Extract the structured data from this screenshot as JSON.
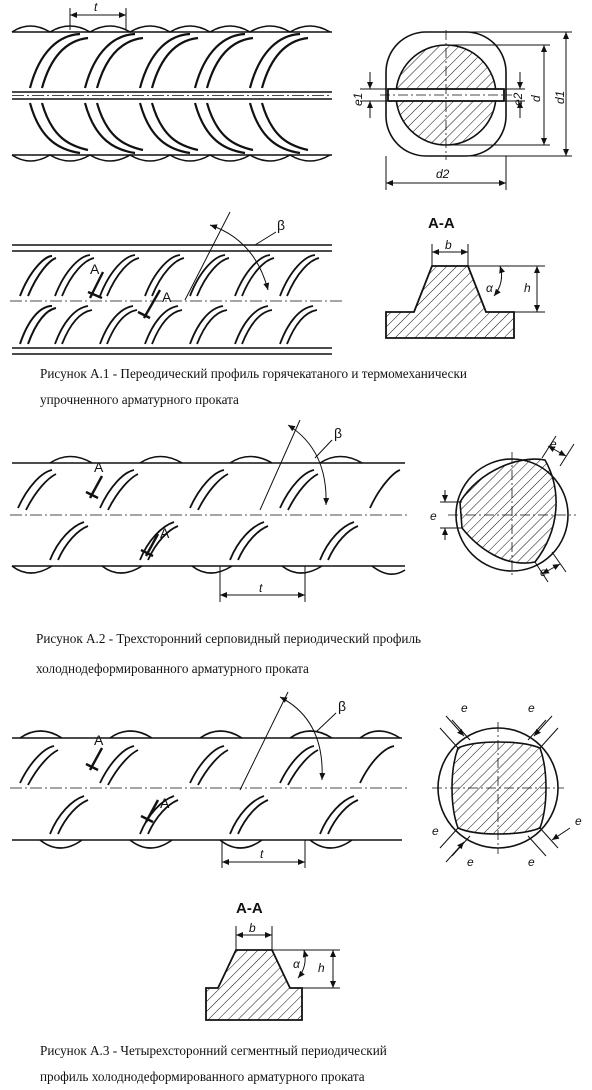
{
  "figure1": {
    "caption_line1": "Рисунок А.1 - Переодический профиль горячекатаного и термомеханически",
    "caption_line2": "упрочненного арматурного проката",
    "dim_t": "t",
    "dim_e1": "e1",
    "dim_e2": "e2",
    "dim_d": "d",
    "dim_d1": "d1",
    "dim_d2": "d2",
    "angle_beta": "β",
    "section_marker": "А",
    "section_title": "А-А",
    "dim_b": "b",
    "dim_h": "h",
    "angle_alpha": "α"
  },
  "figure2": {
    "caption_line1": "Рисунок А.2 - Трехсторонний серповидный периодический профиль",
    "caption_line2": "холоднодеформированного арматурного проката",
    "angle_beta": "β",
    "section_marker": "А",
    "dim_t": "t",
    "dim_e": "e"
  },
  "figure3": {
    "caption_line1": "Рисунок А.3 - Четырехсторонний сегментный периодический",
    "caption_line2": "профиль холоднодеформированного арматурного проката",
    "angle_beta": "β",
    "section_marker": "А",
    "dim_t": "t",
    "dim_e": "e",
    "section_title": "А-А",
    "dim_b": "b",
    "dim_h": "h",
    "angle_alpha": "α"
  }
}
